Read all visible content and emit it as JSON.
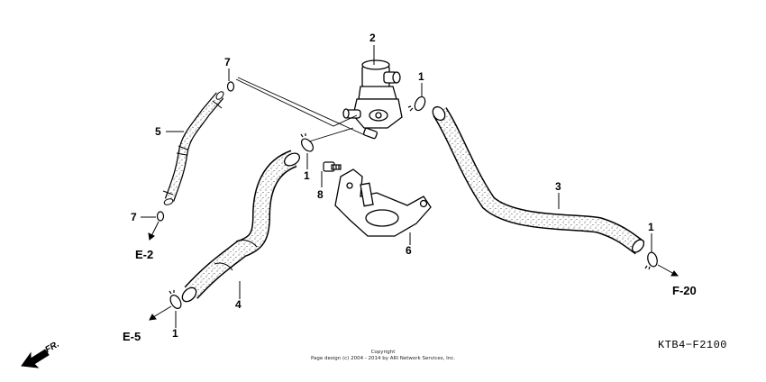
{
  "diagram": {
    "callouts": {
      "c1_valve": "1",
      "c1_center": "1",
      "c1_right": "1",
      "c1_bottom": "1",
      "c2": "2",
      "c3": "3",
      "c4": "4",
      "c5": "5",
      "c6": "6",
      "c7_top": "7",
      "c7_bottom": "7",
      "c8": "8"
    },
    "references": {
      "e2": "E-2",
      "e5": "E-5",
      "f20": "F-20"
    },
    "direction_label": "FR.",
    "diagram_code": "KTB4−F2100",
    "copyright": {
      "line1": "Copyright",
      "line2": "Page design (c) 2004 - 2014 by ARI Network Services, Inc."
    }
  }
}
